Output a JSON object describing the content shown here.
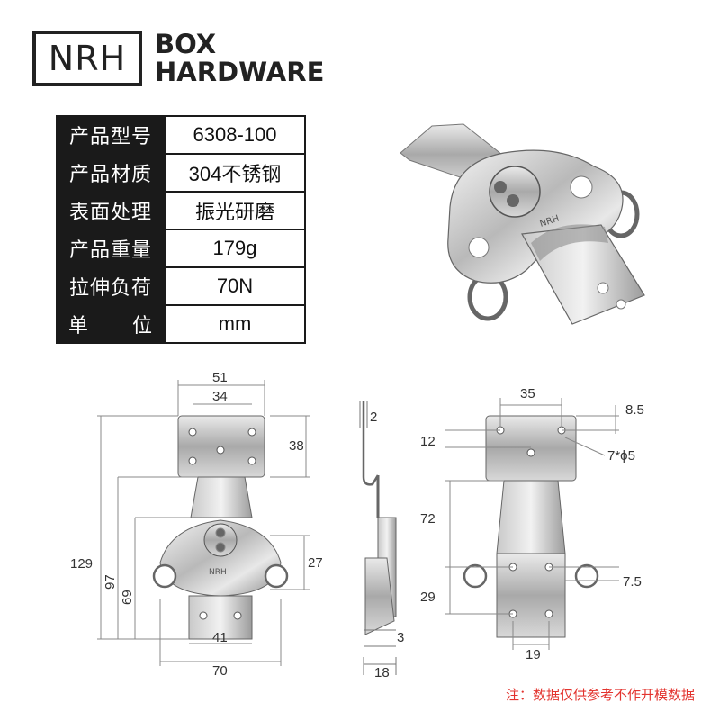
{
  "brand": {
    "logo_text": "NRH",
    "line1": "BOX",
    "line2": "HARDWARE"
  },
  "specs": [
    {
      "label": "产品型号",
      "value": "6308-100"
    },
    {
      "label": "产品材质",
      "value": "304不锈钢"
    },
    {
      "label": "表面处理",
      "value": "振光研磨"
    },
    {
      "label": "产品重量",
      "value": "179g"
    },
    {
      "label": "拉伸负荷",
      "value": "70N"
    },
    {
      "label_a": "单",
      "label_b": "位",
      "value": "mm"
    }
  ],
  "product_mark": "NRH",
  "dimensions": {
    "front": {
      "width_top": "51",
      "hole_span_top": "34",
      "plate_height": "38",
      "total_height": "129",
      "h97": "97",
      "h69": "69",
      "h27": "27",
      "bottom_span": "41",
      "overall_width": "70"
    },
    "side": {
      "thickness": "2",
      "bottom": "3",
      "depth": "18"
    },
    "back": {
      "hole_span": "35",
      "edge": "8.5",
      "h12": "12",
      "holes": "7*ϕ5",
      "h72": "72",
      "h29": "29",
      "h7_5": "7.5",
      "bottom_span": "19"
    }
  },
  "note": "注：数据仅供参考不作开模数据"
}
